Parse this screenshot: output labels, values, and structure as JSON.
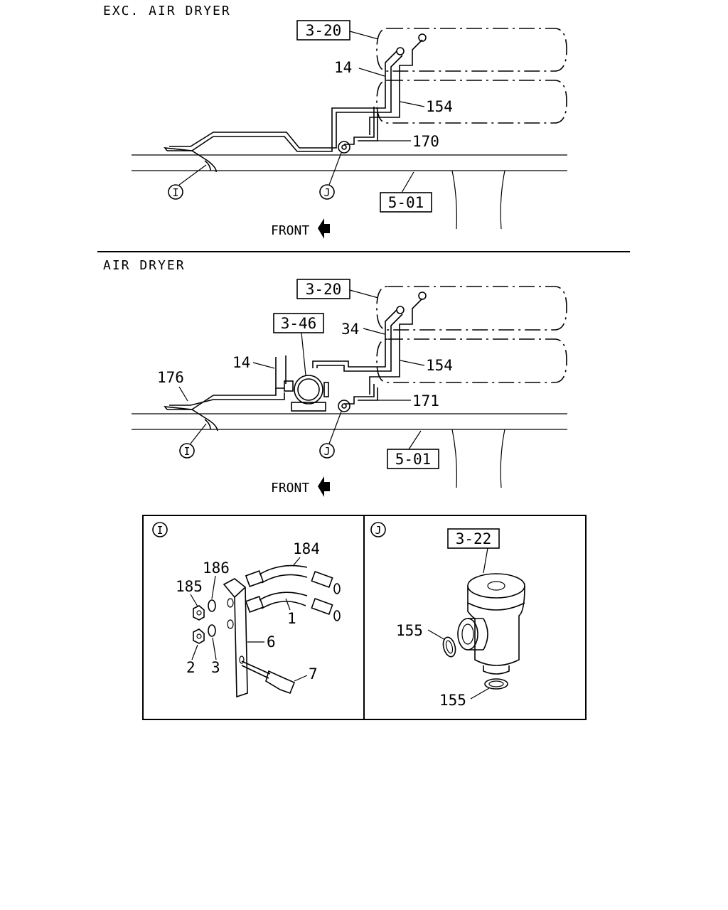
{
  "sections": {
    "top_title": "EXC. AIR DRYER",
    "bottom_title": "AIR DRYER"
  },
  "top": {
    "ref_tank": "3-20",
    "ref_frame": "5-01",
    "part_14": "14",
    "part_154": "154",
    "part_170": "170",
    "callout_i": "I",
    "callout_j": "J",
    "front": "FRONT"
  },
  "bottom": {
    "ref_tank": "3-20",
    "ref_dryer": "3-46",
    "ref_frame": "5-01",
    "part_34": "34",
    "part_14": "14",
    "part_154": "154",
    "part_171": "171",
    "part_176": "176",
    "callout_i": "I",
    "callout_j": "J",
    "front": "FRONT"
  },
  "detail_i": {
    "marker": "I",
    "parts": [
      "184",
      "186",
      "185",
      "1",
      "6",
      "2",
      "3",
      "7"
    ]
  },
  "detail_j": {
    "marker": "J",
    "ref_valve": "3-22",
    "part_155_a": "155",
    "part_155_b": "155"
  }
}
